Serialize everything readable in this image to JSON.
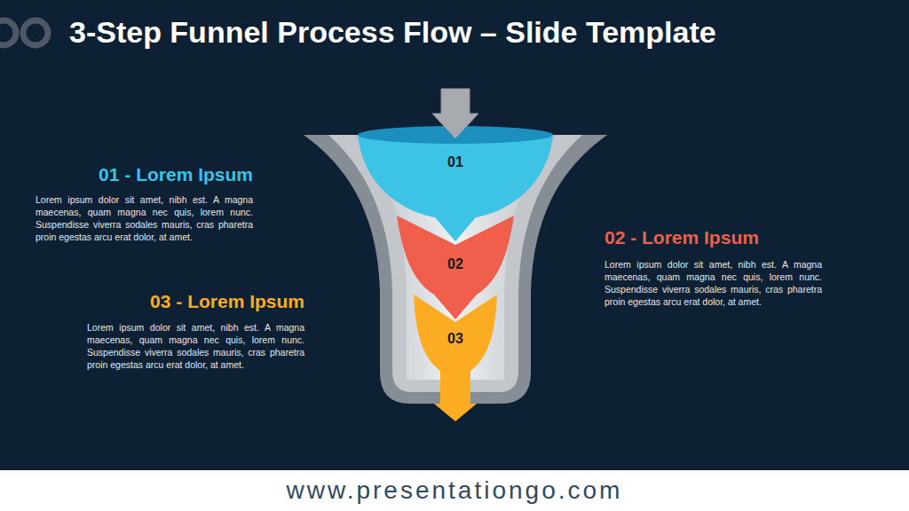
{
  "diagram": {
    "title": "3-Step Funnel Process Flow – Slide Template",
    "nodes": [
      {
        "text": [
          "01"
        ]
      },
      {
        "text": [
          "02"
        ]
      },
      {
        "text": [
          "03"
        ]
      }
    ],
    "labels": [
      "01 - Lorem Ipsum",
      "Lorem ipsum dolor sit amet, nibh est. A magna maecenas, quam magna nec quis, lorem nunc. Suspendisse viverra sodales mauris, cras pharetra proin egestas arcu erat dolor, at amet.",
      "02 - Lorem Ipsum",
      "Lorem ipsum dolor sit amet, nibh est. A magna maecenas, quam magna nec quis, lorem nunc. Suspendisse viverra sodales mauris, cras pharetra proin egestas arcu erat dolor, at amet.",
      "03 - Lorem Ipsum",
      "Lorem ipsum dolor sit amet, nibh est. A magna maecenas, quam magna nec quis, lorem nunc. Suspendisse viverra sodales mauris, cras pharetra proin egestas arcu erat dolor, at amet.",
      "www.presentationgo.com"
    ]
  }
}
